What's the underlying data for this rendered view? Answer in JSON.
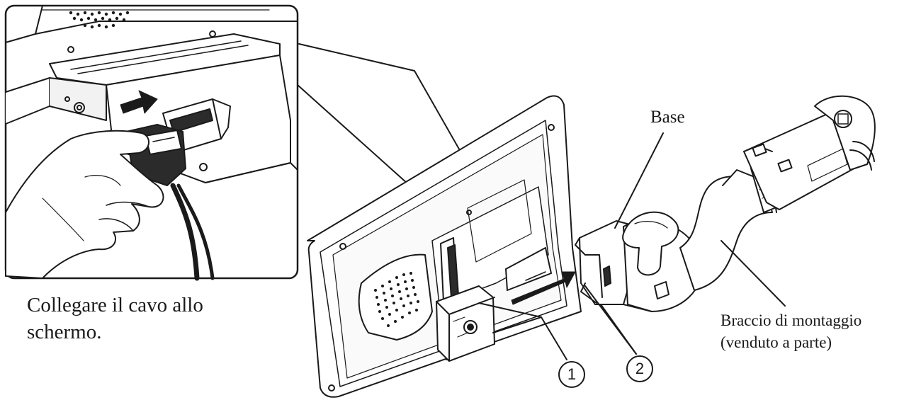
{
  "caption": {
    "line1": "Collegare il cavo allo",
    "line2": "schermo."
  },
  "labels": {
    "base": "Base",
    "arm_line1": "Braccio di montaggio",
    "arm_line2": "(venduto a parte)",
    "callout_1": "1",
    "callout_2": "2"
  },
  "colors": {
    "line": "#1a1a1a",
    "fill": "#ffffff",
    "shade": "#e9e9e9",
    "dark": "#2b2b2b"
  }
}
